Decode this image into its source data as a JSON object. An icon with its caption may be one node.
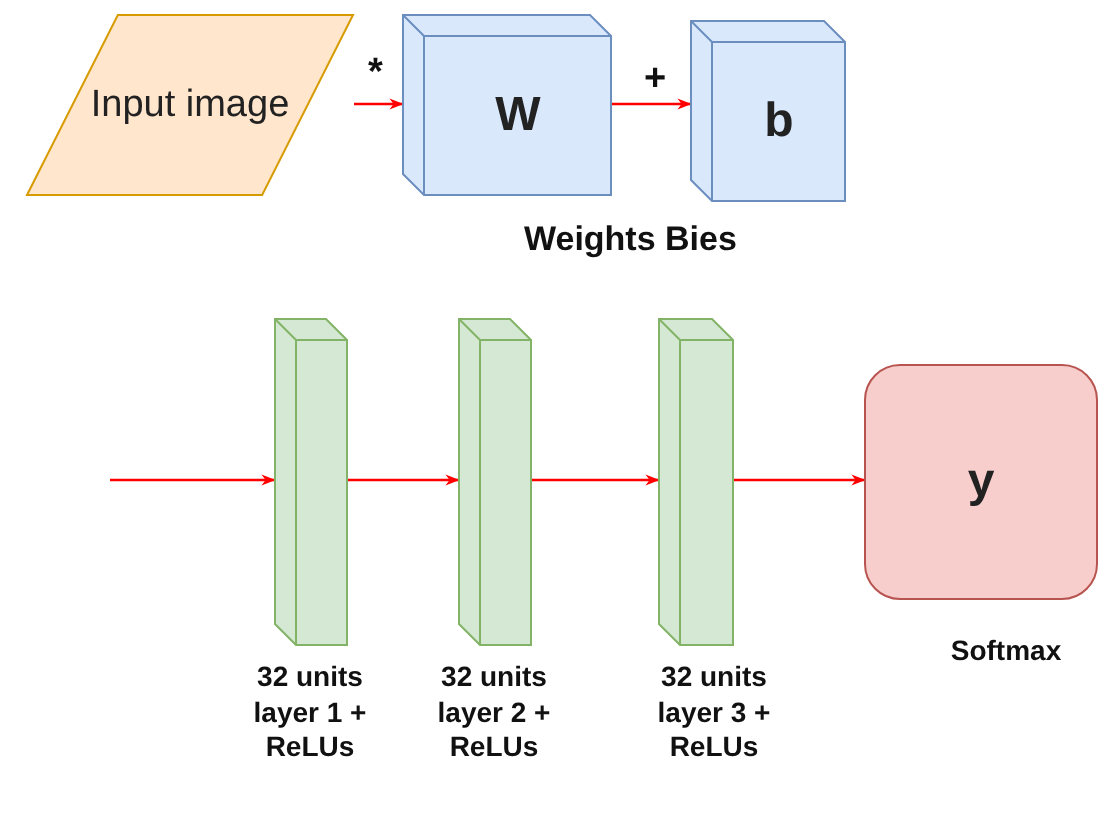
{
  "diagram": {
    "nodes": [
      {
        "text": [
          "Input image"
        ]
      },
      {
        "text": [
          "W"
        ]
      },
      {
        "text": [
          "b"
        ]
      },
      {
        "text": [],
        "shape": "box",
        "beside": [
          "32 units layer 1 + ReLUs"
        ]
      },
      {
        "text": [],
        "shape": "box",
        "beside": [
          "32 units layer 2 + ReLUs"
        ]
      },
      {
        "text": [],
        "shape": "box",
        "beside": [
          "32 units layer 3 + ReLUs"
        ]
      },
      {
        "text": [
          "y"
        ],
        "beside": [
          "Softmax"
        ]
      }
    ],
    "edges": [
      {
        "from": 0,
        "to": 1,
        "arrow": "to",
        "label": "*"
      },
      {
        "from": 1,
        "to": 2,
        "arrow": "to",
        "label": "+"
      },
      {
        "from": null,
        "to": 3,
        "arrow": "to"
      },
      {
        "from": 3,
        "to": 4,
        "arrow": "to"
      },
      {
        "from": 4,
        "to": 5,
        "arrow": "to"
      },
      {
        "from": 5,
        "to": 6,
        "arrow": "to"
      }
    ],
    "labels": [
      "Weights Bies"
    ]
  }
}
